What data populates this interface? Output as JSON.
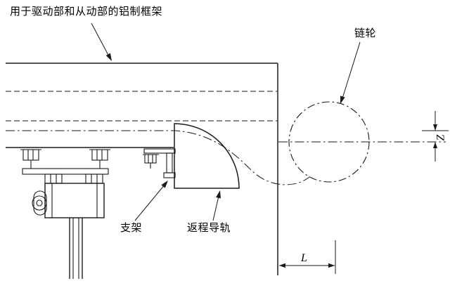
{
  "drawing": {
    "frame_note": "用于驱动部和从动部的铝制框架",
    "sprocket_label": "链轮",
    "bracket_label": "支架",
    "return_rail_label": "返程导轨",
    "dim_length": "L",
    "dim_offset": "Z"
  },
  "colors": {
    "line": "#1a1a1a",
    "background": "#ffffff"
  }
}
